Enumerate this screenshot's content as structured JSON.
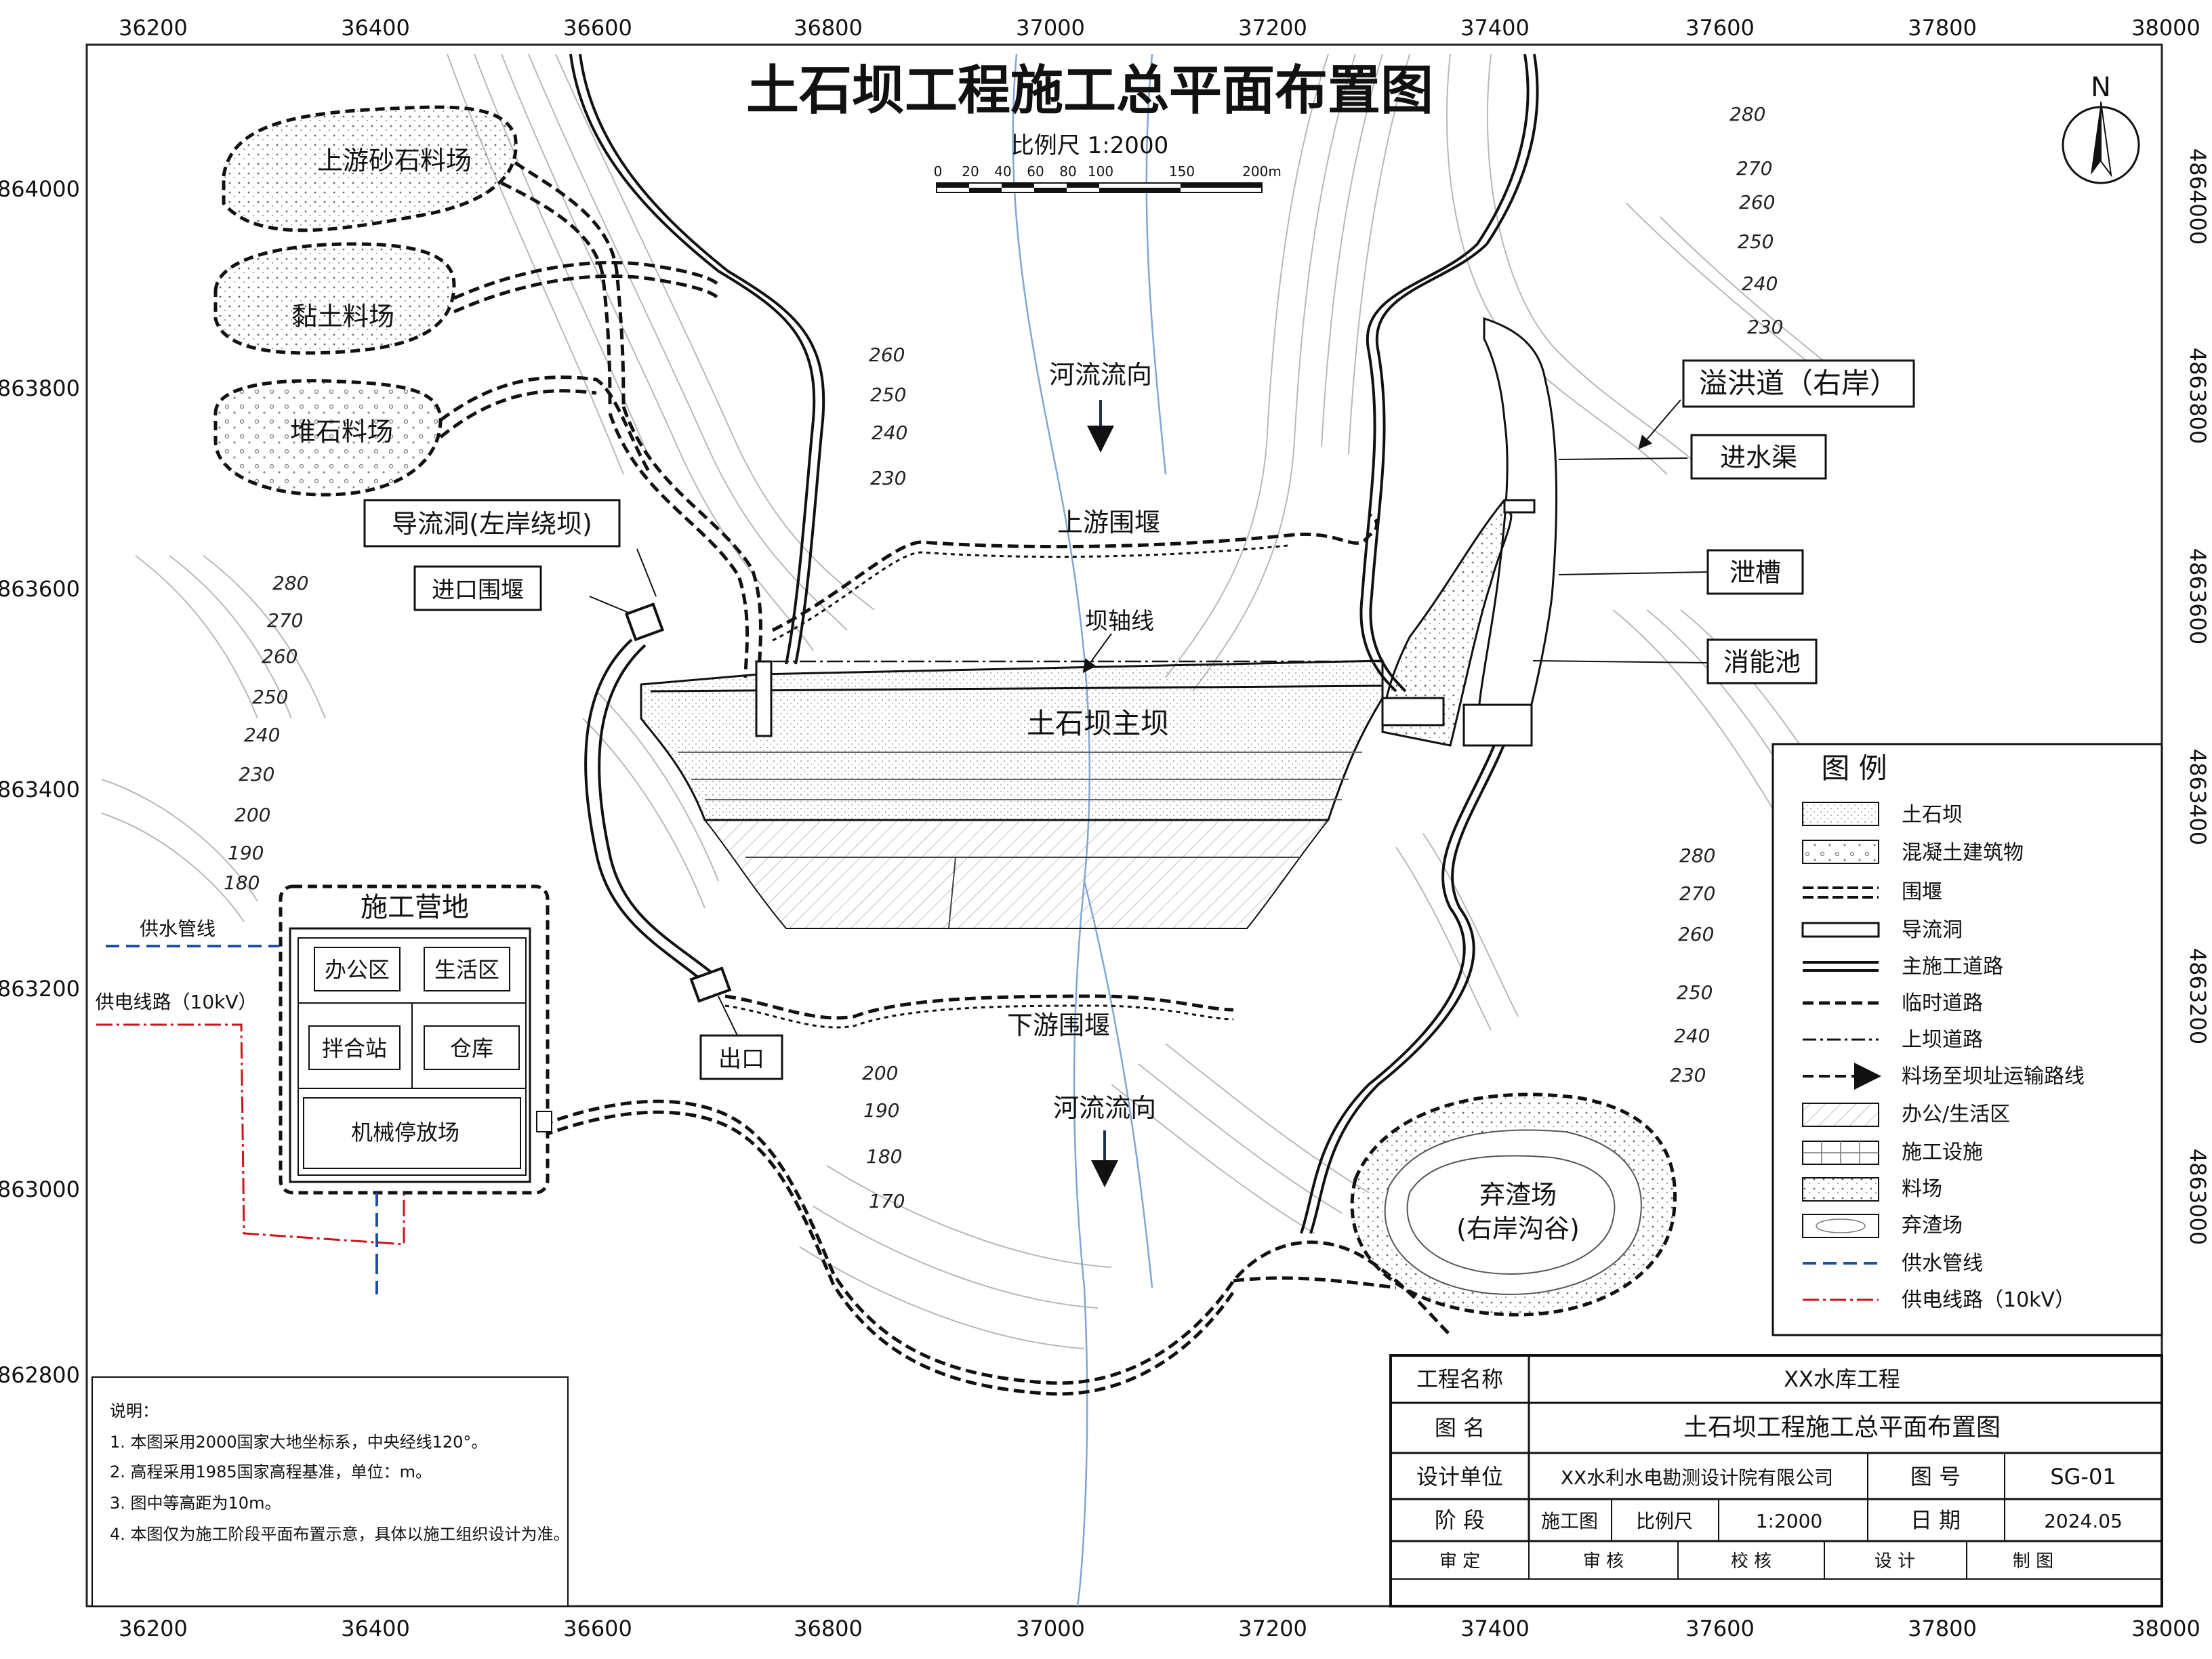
{
  "title": "土石坝工程施工总平面布置图",
  "scale": {
    "label": "比例尺  1:2000",
    "ticks": [
      "0",
      "20",
      "40",
      "60",
      "80",
      "100",
      "150",
      "200m"
    ]
  },
  "north_arrow": "N",
  "axes": {
    "x_ticks": [
      "36200",
      "36400",
      "36600",
      "36800",
      "37000",
      "37200",
      "37400",
      "37600",
      "37800",
      "38000"
    ],
    "y_ticks": [
      "4864000",
      "4863800",
      "4863600",
      "4863400",
      "4863200",
      "4863000",
      "4862800"
    ]
  },
  "contour_labels": {
    "left": [
      "280",
      "270",
      "260",
      "250",
      "240",
      "230",
      "200",
      "190",
      "180"
    ],
    "upstream": [
      "260",
      "250",
      "240",
      "230"
    ],
    "downstream": [
      "200",
      "190",
      "180",
      "170"
    ],
    "right_mid": [
      "280",
      "270",
      "260",
      "250",
      "240",
      "230"
    ],
    "top_right": [
      "280",
      "270",
      "260",
      "250",
      "240",
      "230"
    ]
  },
  "labels": {
    "borrow_gravel": "上游砂石料场",
    "borrow_clay": "黏土料场",
    "borrow_rock": "堆石料场",
    "diversion_tunnel": "导流洞(左岸绕坝)",
    "inlet_cofferdam": "进口围堰",
    "outlet": "出口",
    "flow_up": "河流流向",
    "flow_down": "河流流向",
    "upstream_cofferdam": "上游围堰",
    "downstream_cofferdam": "下游围堰",
    "dam_axis": "坝轴线",
    "main_dam": "土石坝主坝",
    "spillway": "溢洪道（右岸）",
    "intake_channel": "进水渠",
    "chute": "泄槽",
    "stilling_basin": "消能池",
    "camp_title": "施工营地",
    "office": "办公区",
    "living": "生活区",
    "mixing": "拌合站",
    "warehouse": "仓库",
    "machinery": "机械停放场",
    "water_pipe": "供水管线",
    "power_line": "供电线路（10kV）",
    "spoil": "弃渣场",
    "spoil_sub": "(右岸沟谷)"
  },
  "legend": {
    "title": "图  例",
    "items": [
      "土石坝",
      "混凝土建筑物",
      "围堰",
      "导流洞",
      "主施工道路",
      "临时道路",
      "上坝道路",
      "料场至坝址运输路线",
      "办公/生活区",
      "施工设施",
      "料场",
      "弃渣场",
      "供水管线",
      "供电线路（10kV）"
    ]
  },
  "notes": {
    "heading": "说明：",
    "items": [
      "1. 本图采用2000国家大地坐标系，中央经线120°。",
      "2. 高程采用1985国家高程基准，单位：m。",
      "3. 图中等高距为10m。",
      "4. 本图仅为施工阶段平面布置示意，具体以施工组织设计为准。"
    ]
  },
  "title_block": {
    "project_label": "工程名称",
    "project": "XX水库工程",
    "drawing_label": "图    名",
    "drawing": "土石坝工程施工总平面布置图",
    "designer_label": "设计单位",
    "designer": "XX水利水电勘测设计院有限公司",
    "number_label": "图    号",
    "number": "SG-01",
    "phase_label": "阶    段",
    "phase": "施工图",
    "scale_label": "比例尺",
    "scale": "1:2000",
    "date_label": "日    期",
    "date": "2024.05",
    "sign": [
      "审    定",
      "审    核",
      "校    核",
      "设    计",
      "制    图"
    ]
  },
  "colors": {
    "water_pipe": "#1f4fa0",
    "power_line": "#d0121b",
    "river": "#7fa6d6"
  }
}
